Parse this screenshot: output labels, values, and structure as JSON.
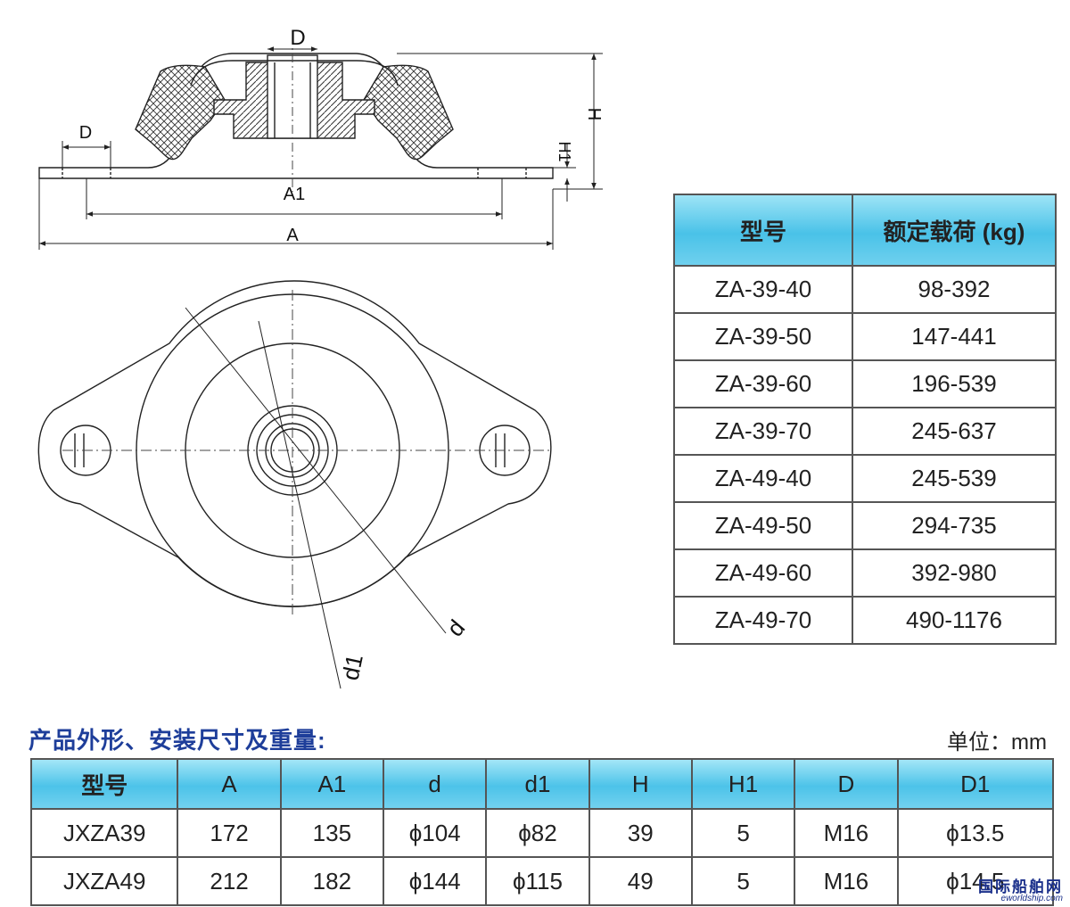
{
  "drawing": {
    "labels": {
      "D_top": "D",
      "D_side": "D",
      "H": "H",
      "H1": "H1",
      "A1": "A1",
      "A": "A",
      "d": "d",
      "d1": "d1"
    }
  },
  "load_table": {
    "headers": [
      "型号",
      "额定载荷 (kg)"
    ],
    "rows": [
      [
        "ZA-39-40",
        "98-392"
      ],
      [
        "ZA-39-50",
        "147-441"
      ],
      [
        "ZA-39-60",
        "196-539"
      ],
      [
        "ZA-39-70",
        "245-637"
      ],
      [
        "ZA-49-40",
        "245-539"
      ],
      [
        "ZA-49-50",
        "294-735"
      ],
      [
        "ZA-49-60",
        "392-980"
      ],
      [
        "ZA-49-70",
        "490-1176"
      ]
    ]
  },
  "spec_section": {
    "title": "产品外形、安装尺寸及重量:",
    "unit": "单位：mm"
  },
  "spec_table": {
    "headers": [
      "型号",
      "A",
      "A1",
      "d",
      "d1",
      "H",
      "H1",
      "D",
      "D1"
    ],
    "rows": [
      [
        "JXZA39",
        "172",
        "135",
        "ϕ104",
        "ϕ82",
        "39",
        "5",
        "M16",
        "ϕ13.5"
      ],
      [
        "JXZA49",
        "212",
        "182",
        "ϕ144",
        "ϕ115",
        "49",
        "5",
        "M16",
        "ϕ14.5"
      ]
    ]
  },
  "watermark": {
    "cn": "国际船舶网",
    "en": "eworldship.com"
  },
  "colors": {
    "header_cyan": "#49c2e8",
    "title_blue": "#1e3e9a"
  }
}
